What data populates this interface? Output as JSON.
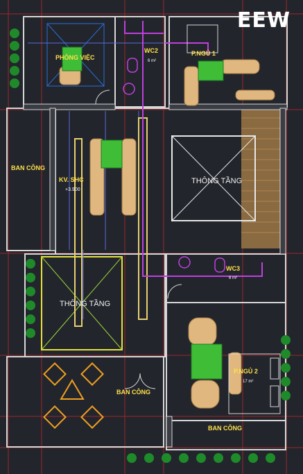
{
  "logo": "EEW",
  "rooms": {
    "phong_viec": "PHÒNG VIỆC",
    "wc2": "WC2",
    "wc2_area": "6 m²",
    "p_ngu_1": "P.NGỦ 1",
    "ban_cong_left": "BAN CÔNG",
    "kv_sh": "KV. SHC",
    "kv_sh_level": "+3.900",
    "thong_tang_right": "THÔNG TẦNG",
    "thong_tang_left": "THÔNG TẦNG",
    "wc3": "WC3",
    "wc3_area": "6 m²",
    "ban_cong_mid": "BAN CÔNG",
    "p_ngu_2": "P.NGỦ 2",
    "p_ngu_2_area": "17 m²",
    "ban_cong_bottom": "BAN CÔNG"
  },
  "colors": {
    "background": "#22252c",
    "walls": "#d8d8d8",
    "ducts": "#e8c08a",
    "units": "#48c63c",
    "pipes": "#c040e0",
    "gridlines": "#c0282a",
    "stairs": "#5a6be0"
  }
}
